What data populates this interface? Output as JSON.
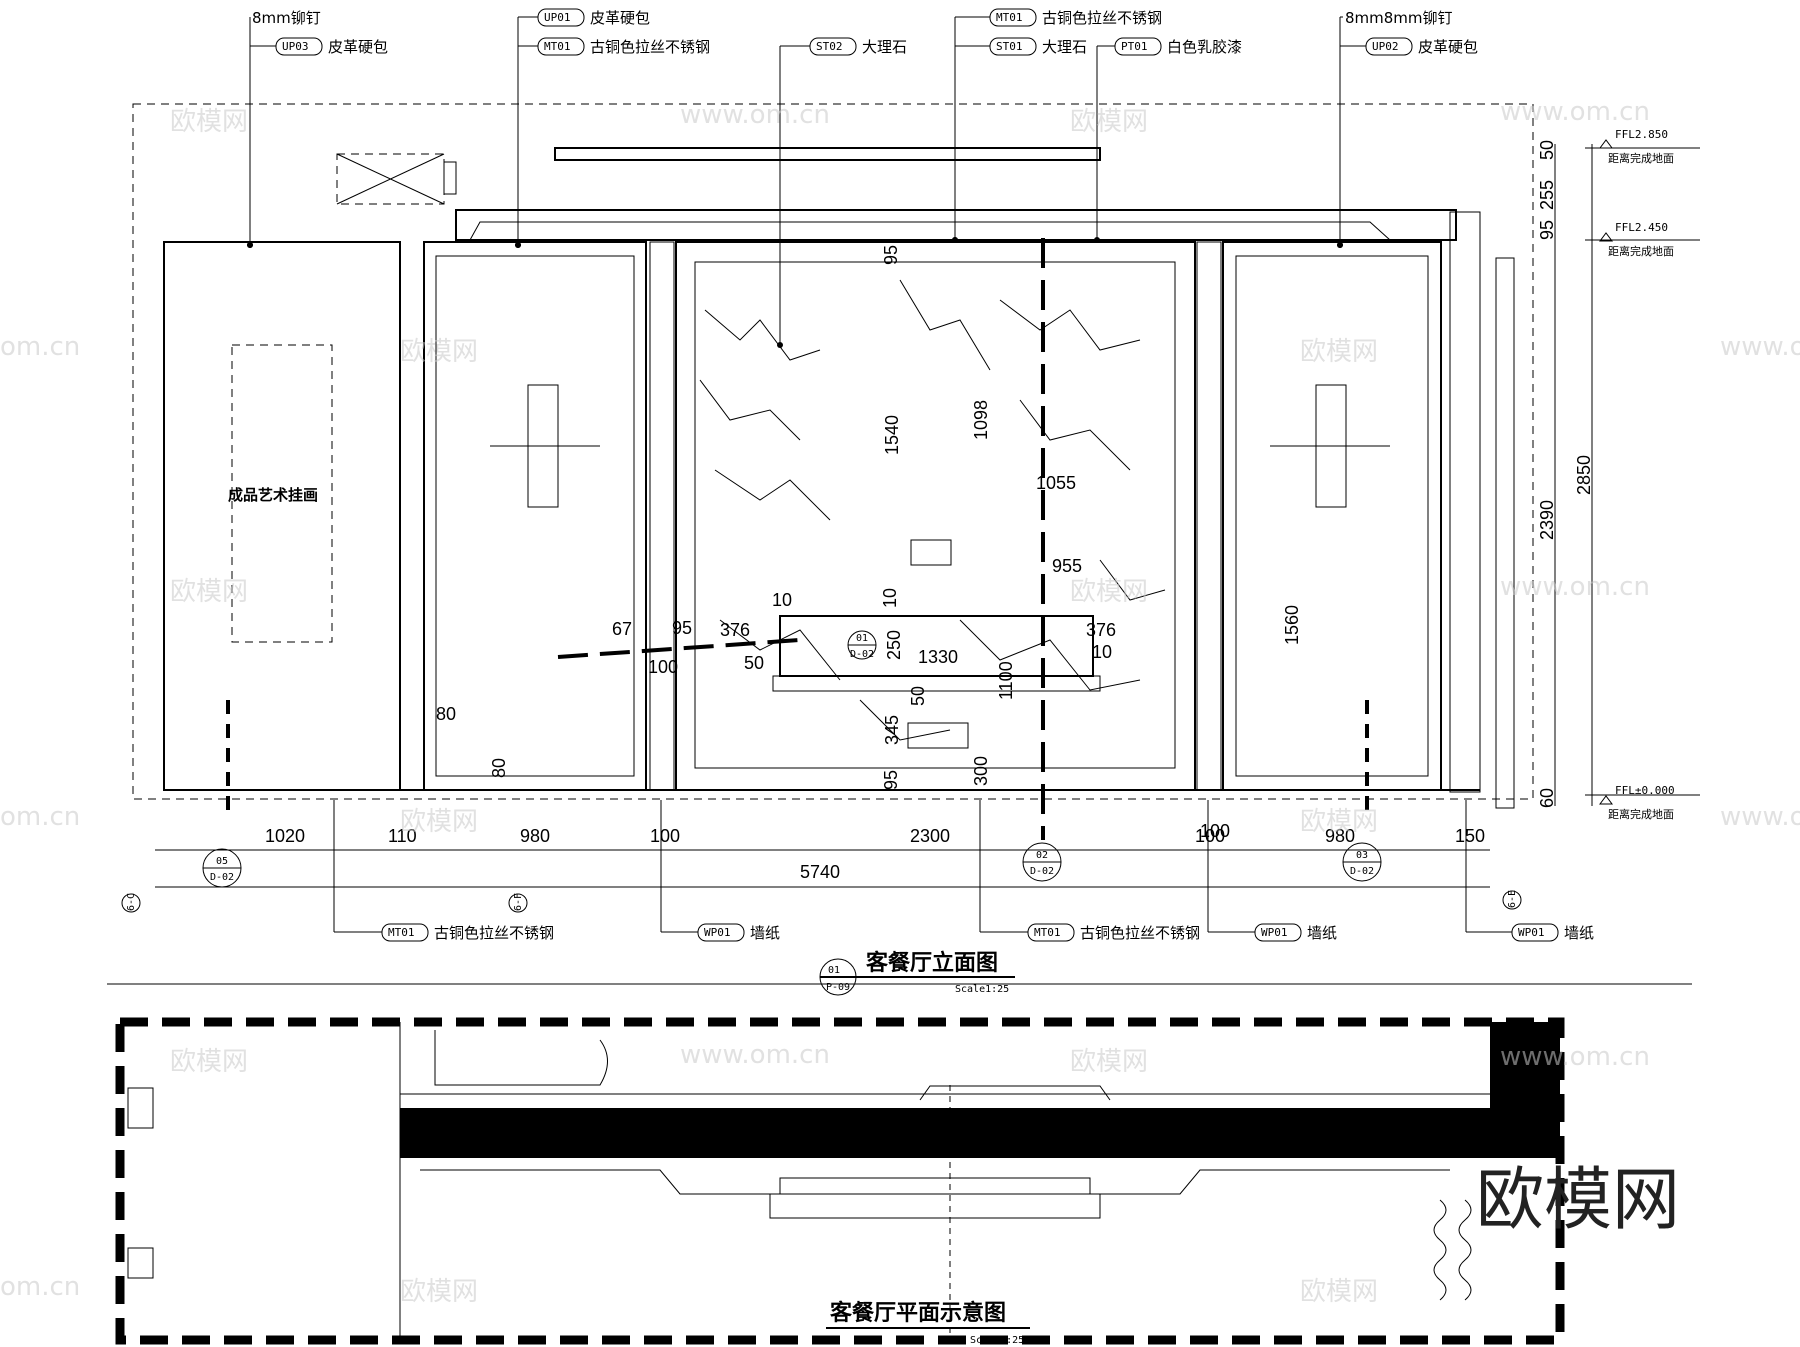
{
  "elevation": {
    "title": "客餐厅立面图",
    "drawing_no": "01",
    "sheet": "P-09",
    "scale": "Scale1:25",
    "art_label": "成品艺术挂画",
    "top_tags": [
      {
        "code": "",
        "text": "8mm铆钉"
      },
      {
        "code": "UP03",
        "text": "皮革硬包"
      },
      {
        "code": "UP01",
        "text": "皮革硬包"
      },
      {
        "code": "MT01",
        "text": "古铜色拉丝不锈钢"
      },
      {
        "code": "ST02",
        "text": "大理石"
      },
      {
        "code": "MT01",
        "text": "古铜色拉丝不锈钢"
      },
      {
        "code": "ST01",
        "text": "大理石"
      },
      {
        "code": "PT01",
        "text": "白色乳胶漆"
      },
      {
        "code": "",
        "text": "8mm8mm铆钉"
      },
      {
        "code": "UP02",
        "text": "皮革硬包"
      }
    ],
    "bottom_tags": [
      {
        "code": "MT01",
        "text": "古铜色拉丝不锈钢"
      },
      {
        "code": "WP01",
        "text": "墙纸"
      },
      {
        "code": "MT01",
        "text": "古铜色拉丝不锈钢"
      },
      {
        "code": "WP01",
        "text": "墙纸"
      },
      {
        "code": "WP01",
        "text": "墙纸"
      }
    ],
    "levels": [
      {
        "value": "FFL2.850",
        "note": "距离完成地面"
      },
      {
        "value": "FFL2.450",
        "note": "距离完成地面"
      },
      {
        "value": "FFL±0.000",
        "note": "距离完成地面"
      }
    ],
    "horizontal_dims": [
      "1020",
      "110",
      "980",
      "100",
      "2300",
      "100",
      "980",
      "150"
    ],
    "overall_dim": "5740",
    "right_dims": [
      "50",
      "255",
      "95",
      "2390",
      "2850",
      "60"
    ],
    "inner_dims": [
      "95",
      "1098",
      "1540",
      "1055",
      "955",
      "10",
      "10",
      "67",
      "95",
      "376",
      "376",
      "100",
      "250",
      "1330",
      "10",
      "50",
      "50",
      "1100",
      "345",
      "95",
      "300",
      "1560",
      "80",
      "80",
      "100"
    ],
    "section_marks": [
      {
        "num": "05",
        "sheet": "D-02"
      },
      {
        "num": "02",
        "sheet": "D-02"
      },
      {
        "num": "03",
        "sheet": "D-02"
      },
      {
        "num": "01",
        "sheet": "D-02"
      }
    ],
    "axis_marks": [
      "6-C",
      "6-F",
      "6-E"
    ]
  },
  "plan": {
    "title": "客餐厅平面示意图",
    "scale": "Scale1:25"
  },
  "watermarks": {
    "brand": "欧模网",
    "site": "www.om.cn",
    "site_short": "om.cn"
  }
}
